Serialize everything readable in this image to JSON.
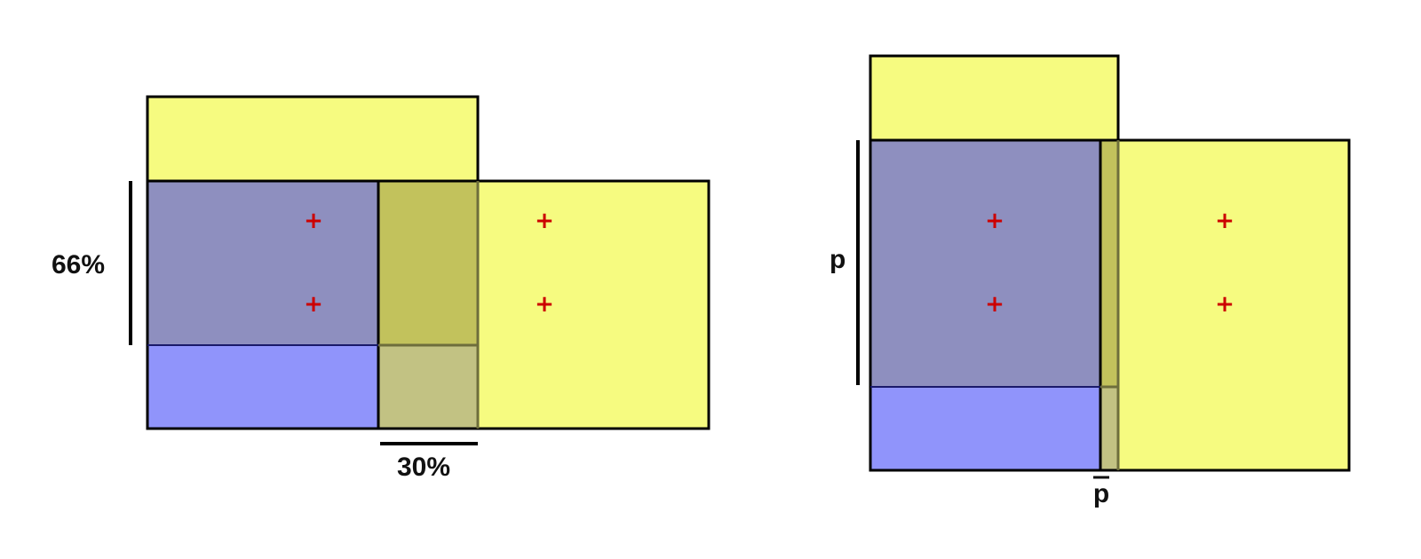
{
  "colors": {
    "yellow": "#f6fb80",
    "blue": "#9094fb",
    "purple_overlap": "#8e8fbf",
    "olive_overlap": "#c2c25c",
    "tan_overlap": "#c2c283",
    "stroke": "#000000",
    "marker": "#cc0000"
  },
  "left_panel": {
    "vertical_label": "66%",
    "horizontal_label": "30%",
    "vertical_fraction": 0.66,
    "horizontal_fraction": 0.3,
    "marker_symbol": "+"
  },
  "right_panel": {
    "vertical_label": "p",
    "horizontal_label": "p",
    "horizontal_label_overline": true,
    "marker_symbol": "+"
  }
}
